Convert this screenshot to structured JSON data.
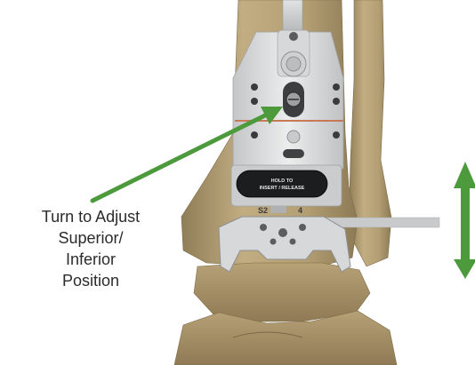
{
  "callout": {
    "lines": [
      "Turn to Adjust",
      "Superior/",
      "Inferior",
      "Position"
    ],
    "arrow_color": "#4c9a3b"
  },
  "guide_block": {
    "button_line1": "HOLD TO",
    "button_line2": "INSERT / RELEASE",
    "mark_left": "S2",
    "mark_right": "4"
  },
  "direction_arrow": {
    "color": "#4c9a3b",
    "meaning": "superior-inferior"
  },
  "colors": {
    "bone": "#b9a57c",
    "metal": "#d9dadb",
    "accent_line": "#c77a55"
  }
}
